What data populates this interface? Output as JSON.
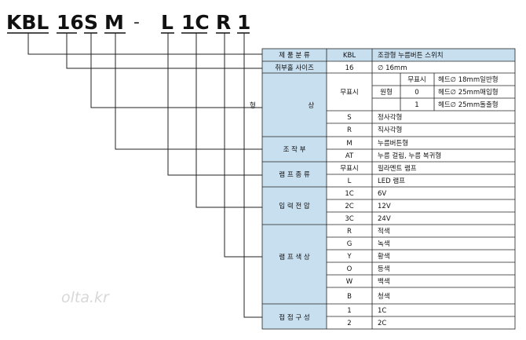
{
  "code": {
    "segments": [
      "KBL",
      "16",
      "S",
      "M",
      "-",
      "L",
      "1C",
      "R",
      "1"
    ]
  },
  "table": {
    "rows": [
      {
        "cat": "제 품 분 류",
        "code": "KBL",
        "desc": "조광형 누름버튼 스위치",
        "kind": "header"
      },
      {
        "cat": "취부홀 사이즈",
        "code": "16",
        "desc": "∅ 16mm",
        "kind": "header"
      },
      {
        "cat": "형 상",
        "sub1": "무표시",
        "sub2": "원형",
        "sub": [
          {
            "k": "무표시",
            "v": "헤드∅ 18mm일반형"
          },
          {
            "k": "0",
            "v": "헤드∅ 25mm매입형"
          },
          {
            "k": "1",
            "v": "헤드∅ 25mm돌출형"
          }
        ],
        "more": [
          {
            "code": "S",
            "desc": "정사각형"
          },
          {
            "code": "R",
            "desc": "직사각형"
          }
        ]
      },
      {
        "cat": "조 작 부",
        "items": [
          {
            "code": "M",
            "desc": "누름버튼형"
          },
          {
            "code": "AT",
            "desc": "누름 걸림, 누름 복귀형"
          }
        ]
      },
      {
        "cat": "램 프 종 류",
        "items": [
          {
            "code": "무표시",
            "desc": "필라멘트 램프"
          },
          {
            "code": "L",
            "desc": "LED 램프"
          }
        ]
      },
      {
        "cat": "입 력 전 압",
        "items": [
          {
            "code": "1C",
            "desc": "6V"
          },
          {
            "code": "2C",
            "desc": "12V"
          },
          {
            "code": "3C",
            "desc": "24V"
          }
        ]
      },
      {
        "cat": "램 프 색 상",
        "items": [
          {
            "code": "R",
            "desc": "적색"
          },
          {
            "code": "G",
            "desc": "녹색"
          },
          {
            "code": "Y",
            "desc": "황색"
          },
          {
            "code": "O",
            "desc": "등색"
          },
          {
            "code": "W",
            "desc": "백색"
          },
          {
            "code": "B",
            "desc": "청색"
          }
        ]
      },
      {
        "cat": "접 점 구 성",
        "items": [
          {
            "code": "1",
            "desc": "1C"
          },
          {
            "code": "2",
            "desc": "2C"
          }
        ]
      }
    ]
  },
  "watermark": "olta.kr",
  "colors": {
    "header_fill": "#c8dff0",
    "line": "#222222",
    "leader": "#222222"
  }
}
